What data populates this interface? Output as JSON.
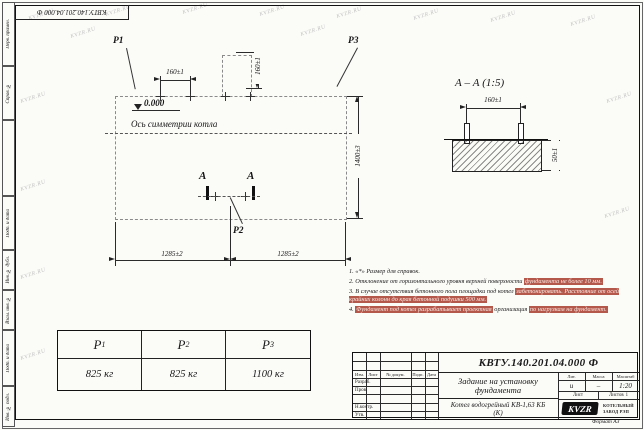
{
  "watermark": "KVZR.RU",
  "frame": {
    "corner_number": "КВТУ.140.201.04.000  Ф",
    "left_labels": [
      "Перв. примен.",
      "Справ. №",
      "",
      "Подп. и дата",
      "Инв. № дубл.",
      "Взам. инв. №",
      "Подп. и дата",
      "Инв. № подл."
    ],
    "format_note": "Формат А3"
  },
  "plan": {
    "p1": "Р1",
    "p2": "Р2",
    "p3": "Р3",
    "level": "0.000",
    "axis_label": "Ось симметрии котла",
    "section_mark": "А",
    "dim_top": "160±1",
    "dim_top_vert": "160±1",
    "dim_right": "1400±3",
    "dim_bottom_left": "1285±2",
    "dim_bottom_right": "1285±2"
  },
  "section_view": {
    "title": "А – А (1:5)",
    "dim_width": "160±1",
    "dim_height": "50±1"
  },
  "notes": [
    [
      {
        "t": "1. «*» Размер для справок.",
        "h": false
      }
    ],
    [
      {
        "t": "2. Отклонение от горизонтального уровня верхней поверхности ",
        "h": false
      },
      {
        "t": "фундамента не более 10 мм.",
        "h": true
      }
    ],
    [
      {
        "t": "3. В случае отсутствия бетонного пола площадки под котел ",
        "h": false
      },
      {
        "t": "забетонировать. Расстояние от осей крайних колонн до края бетонной подушки 500 мм.",
        "h": true
      }
    ],
    [
      {
        "t": "4. ",
        "h": false
      },
      {
        "t": "Фундамент под котел разрабатывает проектная",
        "h": true
      },
      {
        "t": " организация ",
        "h": false
      },
      {
        "t": "по нагрузкам на фундамент.",
        "h": true
      }
    ]
  ],
  "loads": {
    "columns": [
      {
        "name": "Р",
        "sub": "1",
        "value": "825 кг"
      },
      {
        "name": "Р",
        "sub": "2",
        "value": "825 кг"
      },
      {
        "name": "Р",
        "sub": "3",
        "value": "1100 кг"
      }
    ]
  },
  "title_block": {
    "doc_number": "КВТУ.140.201.04.000  Ф",
    "title": "Задание на установку фундамента",
    "product": "Котел водогрейный КВ-1,63 КБ (К)",
    "header_cells": [
      "Изм.",
      "Лист",
      "№ докум.",
      "Подп.",
      "Дата"
    ],
    "sign_rows": [
      "Разраб.",
      "Пров.",
      "",
      "Н.контр.",
      "Утв."
    ],
    "lit_label": "Лит.",
    "mass_label": "Масса",
    "scale_label": "Масштаб",
    "lit_value": "и",
    "mass_value": "–",
    "scale_value": "1:20",
    "sheet_label": "Лист",
    "sheets_label": "Листов",
    "sheets_value": "1",
    "logo": "KVZR",
    "company_line1": "КОТЕЛЬНЫЙ",
    "company_line2": "ЗАВОД РЭП"
  }
}
